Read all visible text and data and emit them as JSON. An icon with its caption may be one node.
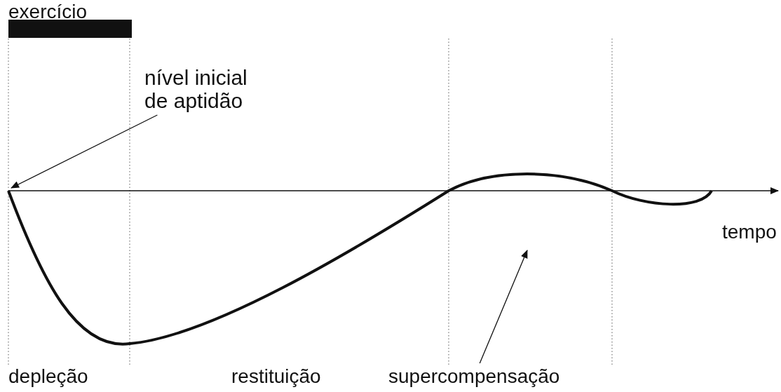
{
  "diagram": {
    "nodes": [
      {
        "text": [
          "exercício"
        ]
      },
      {
        "text": [
          "nível inicial de aptidão"
        ]
      },
      {
        "text": [
          "supercompensação"
        ]
      }
    ],
    "edges": [
      {
        "from": 1,
        "to": null,
        "arrow": "to"
      },
      {
        "from": 2,
        "to": null,
        "arrow": "to"
      }
    ],
    "labels": [
      "tempo",
      "depleção",
      "restituição"
    ]
  }
}
